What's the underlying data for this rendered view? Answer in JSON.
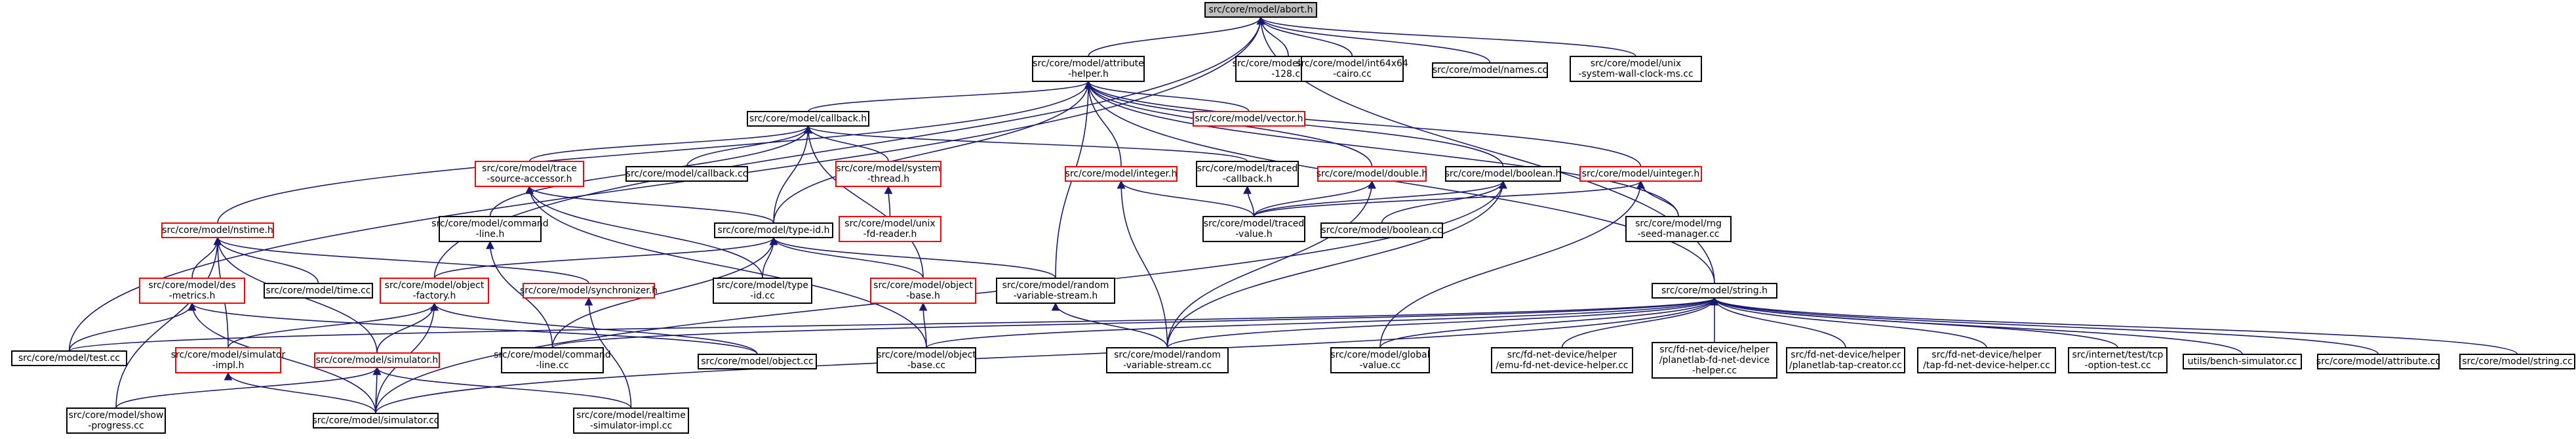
{
  "colors": {
    "root_fill": "#bfbfbf",
    "box_stroke_normal": "#000000",
    "box_stroke_truncated": "#ff0000",
    "edge": "#191970",
    "background": "#ffffff"
  },
  "nodes": [
    {
      "id": "abort",
      "lines": [
        "src/core/model/abort.h"
      ],
      "kind": "root"
    },
    {
      "id": "attrhelper",
      "lines": [
        "src/core/model/attribute",
        "-helper.h"
      ],
      "kind": "normal"
    },
    {
      "id": "int128",
      "lines": [
        "src/core/model/int64x64",
        "-128.cc"
      ],
      "kind": "normal"
    },
    {
      "id": "intcairo",
      "lines": [
        "src/core/model/int64x64",
        "-cairo.cc"
      ],
      "kind": "normal"
    },
    {
      "id": "names",
      "lines": [
        "src/core/model/names.cc"
      ],
      "kind": "normal"
    },
    {
      "id": "unixwall",
      "lines": [
        "src/core/model/unix",
        "-system-wall-clock-ms.cc"
      ],
      "kind": "normal"
    },
    {
      "id": "callback",
      "lines": [
        "src/core/model/callback.h"
      ],
      "kind": "normal"
    },
    {
      "id": "vector",
      "lines": [
        "src/core/model/vector.h"
      ],
      "kind": "truncated"
    },
    {
      "id": "trace",
      "lines": [
        "src/core/model/trace",
        "-source-accessor.h"
      ],
      "kind": "truncated"
    },
    {
      "id": "callbackcc",
      "lines": [
        "src/core/model/callback.cc"
      ],
      "kind": "normal"
    },
    {
      "id": "systhread",
      "lines": [
        "src/core/model/system",
        "-thread.h"
      ],
      "kind": "truncated"
    },
    {
      "id": "integer",
      "lines": [
        "src/core/model/integer.h"
      ],
      "kind": "truncated"
    },
    {
      "id": "tracedcb",
      "lines": [
        "src/core/model/traced",
        "-callback.h"
      ],
      "kind": "normal"
    },
    {
      "id": "double",
      "lines": [
        "src/core/model/double.h"
      ],
      "kind": "truncated"
    },
    {
      "id": "boolean",
      "lines": [
        "src/core/model/boolean.h"
      ],
      "kind": "normal"
    },
    {
      "id": "uinteger",
      "lines": [
        "src/core/model/uinteger.h"
      ],
      "kind": "truncated"
    },
    {
      "id": "nstime",
      "lines": [
        "src/core/model/nstime.h"
      ],
      "kind": "truncated"
    },
    {
      "id": "cmdline",
      "lines": [
        "src/core/model/command",
        "-line.h"
      ],
      "kind": "normal"
    },
    {
      "id": "unixfd",
      "lines": [
        "src/core/model/unix",
        "-fd-reader.h"
      ],
      "kind": "truncated"
    },
    {
      "id": "tracedval",
      "lines": [
        "src/core/model/traced",
        "-value.h"
      ],
      "kind": "normal"
    },
    {
      "id": "booleancc",
      "lines": [
        "src/core/model/boolean.cc"
      ],
      "kind": "normal"
    },
    {
      "id": "rngseed",
      "lines": [
        "src/core/model/rng",
        "-seed-manager.cc"
      ],
      "kind": "normal"
    },
    {
      "id": "typeid",
      "lines": [
        "src/core/model/type-id.h"
      ],
      "kind": "normal"
    },
    {
      "id": "des",
      "lines": [
        "src/core/model/des",
        "-metrics.h"
      ],
      "kind": "truncated"
    },
    {
      "id": "timecc",
      "lines": [
        "src/core/model/time.cc"
      ],
      "kind": "normal"
    },
    {
      "id": "objfactory",
      "lines": [
        "src/core/model/object",
        "-factory.h"
      ],
      "kind": "truncated"
    },
    {
      "id": "sync",
      "lines": [
        "src/core/model/synchronizer.h"
      ],
      "kind": "truncated"
    },
    {
      "id": "typeidcc",
      "lines": [
        "src/core/model/type",
        "-id.cc"
      ],
      "kind": "normal"
    },
    {
      "id": "objbase",
      "lines": [
        "src/core/model/object",
        "-base.h"
      ],
      "kind": "truncated"
    },
    {
      "id": "randomh",
      "lines": [
        "src/core/model/random",
        "-variable-stream.h"
      ],
      "kind": "normal"
    },
    {
      "id": "string",
      "lines": [
        "src/core/model/string.h"
      ],
      "kind": "normal"
    },
    {
      "id": "simimplh",
      "lines": [
        "src/core/model/simulator",
        "-impl.h"
      ],
      "kind": "truncated"
    },
    {
      "id": "simh",
      "lines": [
        "src/core/model/simulator.h"
      ],
      "kind": "truncated"
    },
    {
      "id": "testcc",
      "lines": [
        "src/core/model/test.cc"
      ],
      "kind": "normal"
    },
    {
      "id": "cmdlinecc",
      "lines": [
        "src/core/model/command",
        "-line.cc"
      ],
      "kind": "normal"
    },
    {
      "id": "objectcc",
      "lines": [
        "src/core/model/object.cc"
      ],
      "kind": "normal"
    },
    {
      "id": "objbasecc",
      "lines": [
        "src/core/model/object",
        "-base.cc"
      ],
      "kind": "normal"
    },
    {
      "id": "randomcc",
      "lines": [
        "src/core/model/random",
        "-variable-stream.cc"
      ],
      "kind": "normal"
    },
    {
      "id": "globalcc",
      "lines": [
        "src/core/model/global",
        "-value.cc"
      ],
      "kind": "normal"
    },
    {
      "id": "emufd",
      "lines": [
        "src/fd-net-device/helper",
        "/emu-fd-net-device-helper.cc"
      ],
      "kind": "normal"
    },
    {
      "id": "planetfd",
      "lines": [
        "src/fd-net-device/helper",
        "/planetlab-fd-net-device",
        "-helper.cc"
      ],
      "kind": "normal"
    },
    {
      "id": "planettap",
      "lines": [
        "src/fd-net-device/helper",
        "/planetlab-tap-creator.cc"
      ],
      "kind": "normal"
    },
    {
      "id": "tapfd",
      "lines": [
        "src/fd-net-device/helper",
        "/tap-fd-net-device-helper.cc"
      ],
      "kind": "normal"
    },
    {
      "id": "tcpopt",
      "lines": [
        "src/internet/test/tcp",
        "-option-test.cc"
      ],
      "kind": "normal"
    },
    {
      "id": "bench",
      "lines": [
        "utils/bench-simulator.cc"
      ],
      "kind": "normal"
    },
    {
      "id": "attrcc",
      "lines": [
        "src/core/model/attribute.cc"
      ],
      "kind": "normal"
    },
    {
      "id": "stringcc",
      "lines": [
        "src/core/model/string.cc"
      ],
      "kind": "normal"
    },
    {
      "id": "showprog",
      "lines": [
        "src/core/model/show",
        "-progress.cc"
      ],
      "kind": "normal"
    },
    {
      "id": "simcc",
      "lines": [
        "src/core/model/simulator.cc"
      ],
      "kind": "normal"
    },
    {
      "id": "rtsimimpl",
      "lines": [
        "src/core/model/realtime",
        "-simulator-impl.cc"
      ],
      "kind": "normal"
    }
  ],
  "edges": [
    [
      "attrhelper",
      "abort"
    ],
    [
      "int128",
      "abort"
    ],
    [
      "intcairo",
      "abort"
    ],
    [
      "names",
      "abort"
    ],
    [
      "unixwall",
      "abort"
    ],
    [
      "testcc",
      "abort"
    ],
    [
      "objfactory",
      "abort"
    ],
    [
      "string",
      "abort"
    ],
    [
      "callback",
      "attrhelper"
    ],
    [
      "vector",
      "attrhelper"
    ],
    [
      "integer",
      "attrhelper"
    ],
    [
      "double",
      "attrhelper"
    ],
    [
      "boolean",
      "attrhelper"
    ],
    [
      "uinteger",
      "attrhelper"
    ],
    [
      "nstime",
      "attrhelper"
    ],
    [
      "typeid",
      "attrhelper"
    ],
    [
      "randomh",
      "attrhelper"
    ],
    [
      "rngseed",
      "attrhelper"
    ],
    [
      "string",
      "attrhelper"
    ],
    [
      "trace",
      "callback"
    ],
    [
      "callbackcc",
      "callback"
    ],
    [
      "systhread",
      "callback"
    ],
    [
      "tracedcb",
      "callback"
    ],
    [
      "cmdline",
      "callback"
    ],
    [
      "typeid",
      "callback"
    ],
    [
      "objbase",
      "callback"
    ],
    [
      "unixfd",
      "systhread"
    ],
    [
      "tracedval",
      "tracedcb"
    ],
    [
      "tracedval",
      "integer"
    ],
    [
      "tracedval",
      "double"
    ],
    [
      "tracedval",
      "boolean"
    ],
    [
      "tracedval",
      "uinteger"
    ],
    [
      "booleancc",
      "boolean"
    ],
    [
      "globalcc",
      "uinteger"
    ],
    [
      "rngseed",
      "uinteger"
    ],
    [
      "randomcc",
      "integer"
    ],
    [
      "randomcc",
      "double"
    ],
    [
      "randomcc",
      "boolean"
    ],
    [
      "simcc",
      "boolean"
    ],
    [
      "typeidcc",
      "trace"
    ],
    [
      "objbasecc",
      "trace"
    ],
    [
      "typeid",
      "trace"
    ],
    [
      "typeidcc",
      "typeid"
    ],
    [
      "objfactory",
      "typeid"
    ],
    [
      "objbase",
      "typeid"
    ],
    [
      "randomh",
      "typeid"
    ],
    [
      "cmdlinecc",
      "typeid"
    ],
    [
      "des",
      "nstime"
    ],
    [
      "timecc",
      "nstime"
    ],
    [
      "sync",
      "nstime"
    ],
    [
      "simimplh",
      "nstime"
    ],
    [
      "simh",
      "nstime"
    ],
    [
      "showprog",
      "nstime"
    ],
    [
      "testcc",
      "des"
    ],
    [
      "objectcc",
      "des"
    ],
    [
      "simcc",
      "des"
    ],
    [
      "cmdlinecc",
      "cmdline"
    ],
    [
      "objbasecc",
      "objbase"
    ],
    [
      "randomcc",
      "randomh"
    ],
    [
      "objectcc",
      "objfactory"
    ],
    [
      "simimplh",
      "objfactory"
    ],
    [
      "simh",
      "objfactory"
    ],
    [
      "simcc",
      "objfactory"
    ],
    [
      "rtsimimpl",
      "sync"
    ],
    [
      "simcc",
      "simimplh"
    ],
    [
      "showprog",
      "simh"
    ],
    [
      "simcc",
      "simh"
    ],
    [
      "rtsimimpl",
      "simh"
    ],
    [
      "testcc",
      "string"
    ],
    [
      "cmdlinecc",
      "string"
    ],
    [
      "objbasecc",
      "string"
    ],
    [
      "randomcc",
      "string"
    ],
    [
      "globalcc",
      "string"
    ],
    [
      "emufd",
      "string"
    ],
    [
      "planetfd",
      "string"
    ],
    [
      "planettap",
      "string"
    ],
    [
      "tapfd",
      "string"
    ],
    [
      "tcpopt",
      "string"
    ],
    [
      "bench",
      "string"
    ],
    [
      "attrcc",
      "string"
    ],
    [
      "stringcc",
      "string"
    ],
    [
      "simcc",
      "string"
    ]
  ]
}
